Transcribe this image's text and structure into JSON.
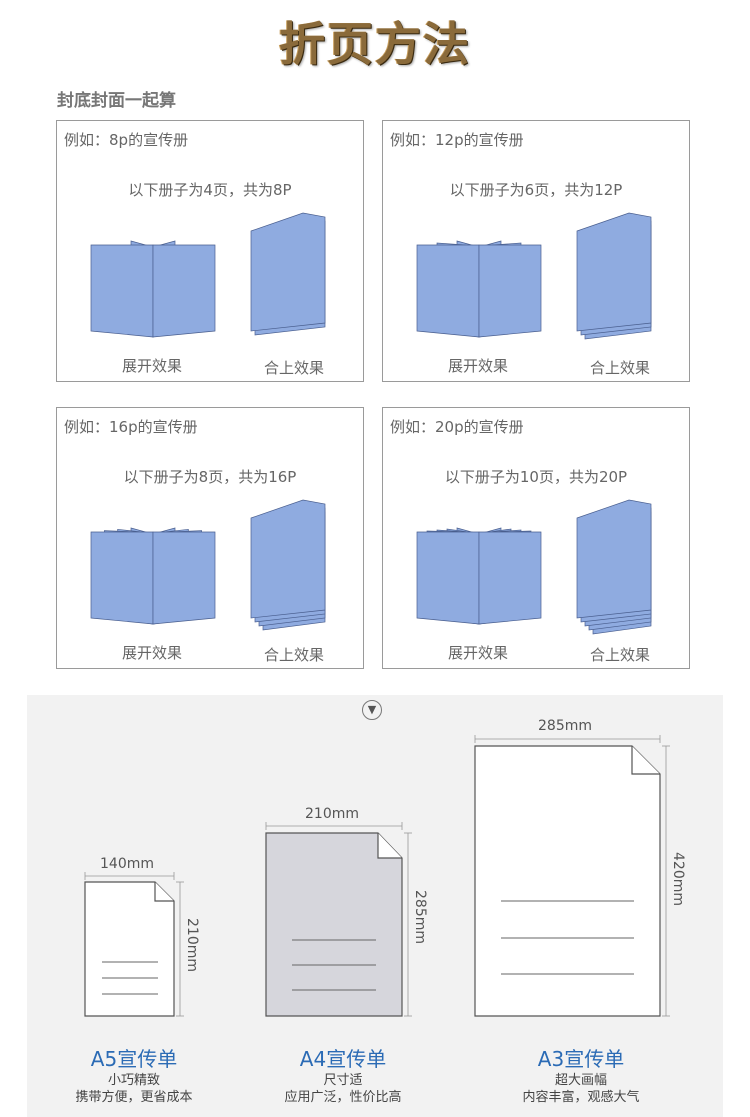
{
  "title": "折页方法",
  "subtitle": "封底封面一起算",
  "examples": [
    {
      "label": "例如：8p的宣传册",
      "desc": "以下册子为4页，共为8P",
      "open": "展开效果",
      "closed": "合上效果"
    },
    {
      "label": "例如：12p的宣传册",
      "desc": "以下册子为6页，共为12P",
      "open": "展开效果",
      "closed": "合上效果"
    },
    {
      "label": "例如：16p的宣传册",
      "desc": "以下册子为8页，共为16P",
      "open": "展开效果",
      "closed": "合上效果"
    },
    {
      "label": "例如：20p的宣传册",
      "desc": "以下册子为10页，共为20P",
      "open": "展开效果",
      "closed": "合上效果"
    }
  ],
  "colors": {
    "page_fill": "#8fabe0",
    "page_stroke": "#4a5f8f",
    "accent": "#2b6bb5",
    "a4_fill": "#d6d6dc"
  },
  "chevron_icon": "chevron-down-circle-icon",
  "sizes": [
    {
      "width": "140mm",
      "height": "210mm",
      "name": "A5宣传单",
      "line1": "小巧精致",
      "line2": "携带方便，更省成本"
    },
    {
      "width": "210mm",
      "height": "285mm",
      "name": "A4宣传单",
      "line1": "尺寸适",
      "line2": "应用广泛，性价比高"
    },
    {
      "width": "285mm",
      "height": "420mm",
      "name": "A3宣传单",
      "line1": "超大画幅",
      "line2": "内容丰富，观感大气"
    }
  ]
}
